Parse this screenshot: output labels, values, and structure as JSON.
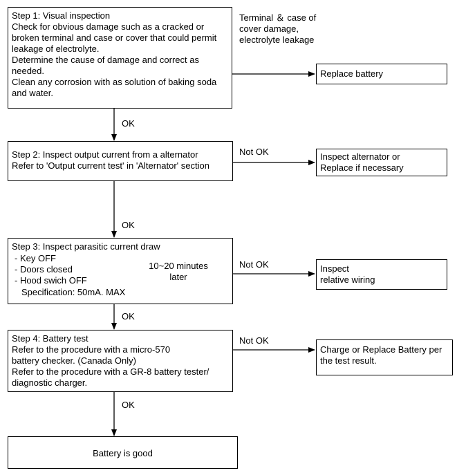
{
  "step1": {
    "lines": [
      "Step 1: Visual inspection",
      "Check for obvious damage such as a cracked or",
      "broken terminal and case or cover that could permit",
      "leakage of electrolyte.",
      "Determine the cause of damage and correct as",
      "needed.",
      "Clean any corrosion with as solution of baking soda",
      "and water."
    ],
    "condition_lines": [
      "Terminal ＆ case of",
      "cover damage,",
      "electrolyte leakage"
    ],
    "action": "Replace battery",
    "ok_label": "OK"
  },
  "step2": {
    "lines": [
      "Step 2: Inspect output current from a alternator",
      "Refer to 'Output current test' in 'Alternator' section"
    ],
    "not_ok_label": "Not OK",
    "action_lines": [
      "Inspect alternator or",
      "Replace if necessary"
    ],
    "ok_label": "OK"
  },
  "step3": {
    "title": "Step 3: Inspect parasitic current draw",
    "conditions": [
      "- Key OFF",
      "- Doors closed",
      "- Hood swich OFF"
    ],
    "wait_lines": [
      "10~20 minutes",
      "later"
    ],
    "spec": "Specification: 50mA. MAX",
    "not_ok_label": "Not OK",
    "action_lines": [
      "Inspect",
      "relative wiring"
    ],
    "ok_label": "OK"
  },
  "step4": {
    "lines": [
      "Step 4: Battery test",
      "Refer to the procedure with a micro-570",
      "battery checker. (Canada Only)",
      "Refer to the procedure with a GR-8 battery tester/",
      "diagnostic charger."
    ],
    "not_ok_label": "Not OK",
    "action_lines": [
      "Charge or Replace Battery per",
      "the test result."
    ],
    "ok_label": "OK"
  },
  "result": {
    "label": "Battery is good"
  }
}
